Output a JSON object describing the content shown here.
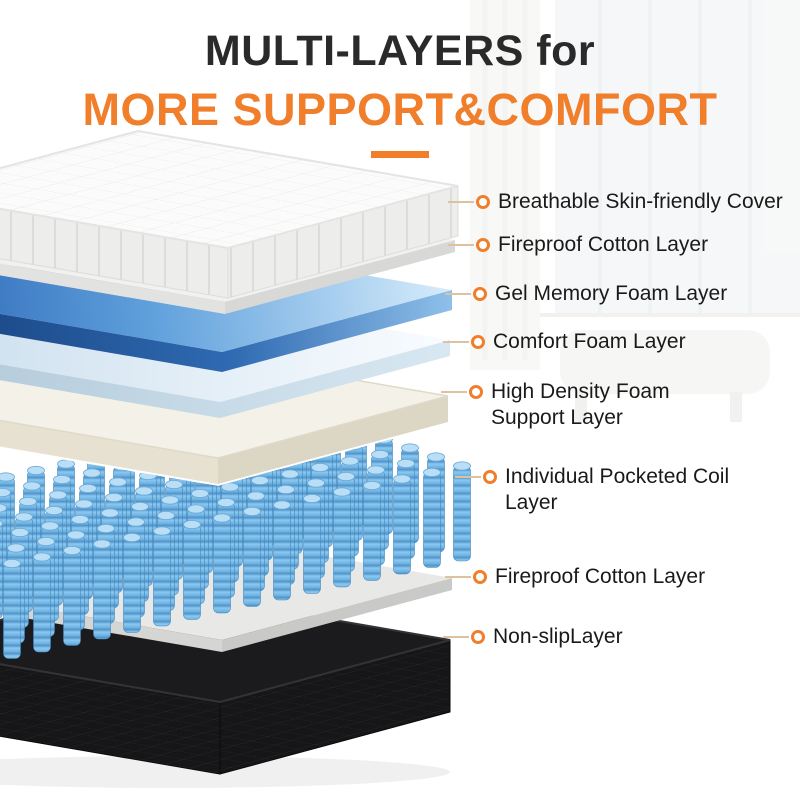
{
  "header": {
    "title_line1": "MULTI-LAYERS for",
    "title_line2": "MORE SUPPORT&COMFORT"
  },
  "colors": {
    "accent_orange": "#F07E2A",
    "title_dark": "#2A2A2A",
    "label_text": "#1A1A1A",
    "gel_blue_dark": "#2A63B4",
    "gel_blue_light": "#D7EDFB",
    "coil_blue": "#6FB2E2",
    "base_black": "#1B1B1D"
  },
  "labels": [
    {
      "id": "cover",
      "text": "Breathable Skin-friendly Cover"
    },
    {
      "id": "fireproof-top",
      "text": "Fireproof Cotton Layer"
    },
    {
      "id": "gel",
      "text": "Gel Memory Foam Layer"
    },
    {
      "id": "comfort",
      "text": "Comfort Foam Layer"
    },
    {
      "id": "high-density",
      "text": "High Density Foam Support Layer"
    },
    {
      "id": "coil",
      "text": "Individual Pocketed Coil Layer"
    },
    {
      "id": "fireproof-bottom",
      "text": "Fireproof Cotton Layer"
    },
    {
      "id": "nonslip",
      "text": "Non-slipLayer"
    }
  ],
  "layers": [
    {
      "name": "breathable-cover",
      "top_color": "#FBFBFB"
    },
    {
      "name": "fireproof-cotton-top",
      "top_color": "#F1F1EF"
    },
    {
      "name": "gel-memory-foam",
      "top_color": "#5C9BD6"
    },
    {
      "name": "comfort-foam",
      "top_color": "#E8F2FA"
    },
    {
      "name": "high-density-foam",
      "top_color": "#F4F1E8"
    },
    {
      "name": "pocketed-coils",
      "top_color": "#6FB2E2"
    },
    {
      "name": "fireproof-cotton-bottom",
      "top_color": "#E8E8E6"
    },
    {
      "name": "non-slip-base",
      "top_color": "#1B1B1D"
    }
  ]
}
